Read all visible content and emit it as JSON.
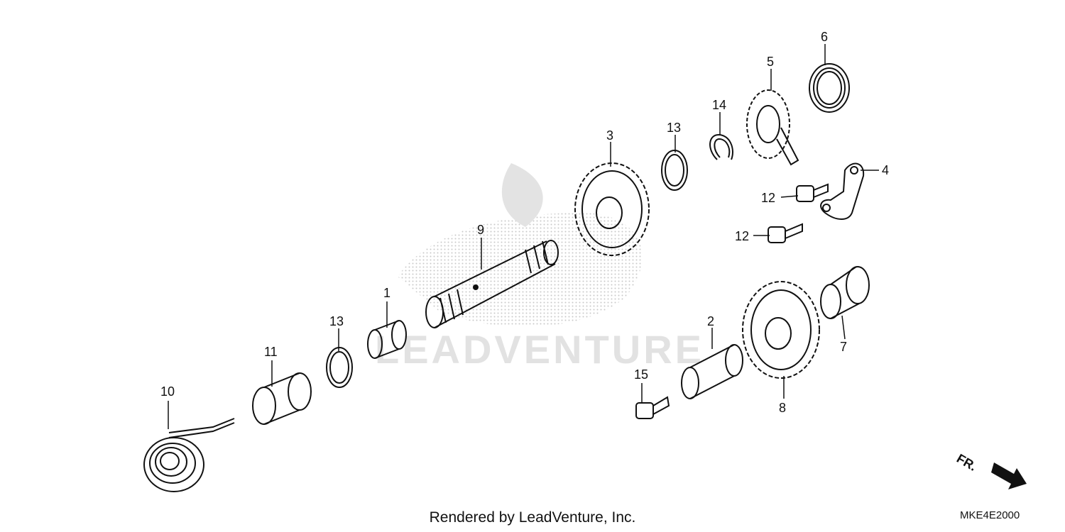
{
  "diagram": {
    "callouts": [
      "1",
      "2",
      "3",
      "4",
      "5",
      "6",
      "7",
      "8",
      "9",
      "10",
      "11",
      "12",
      "12",
      "13",
      "13",
      "14",
      "15"
    ],
    "footer": "Rendered by LeadVenture, Inc.",
    "drawing_code": "MKE4E2000",
    "direction_label": "FR.",
    "watermark_text": "LEADVENTURE",
    "colors": {
      "line": "#111111",
      "watermark": "#cfcfcf",
      "background": "#ffffff"
    }
  }
}
